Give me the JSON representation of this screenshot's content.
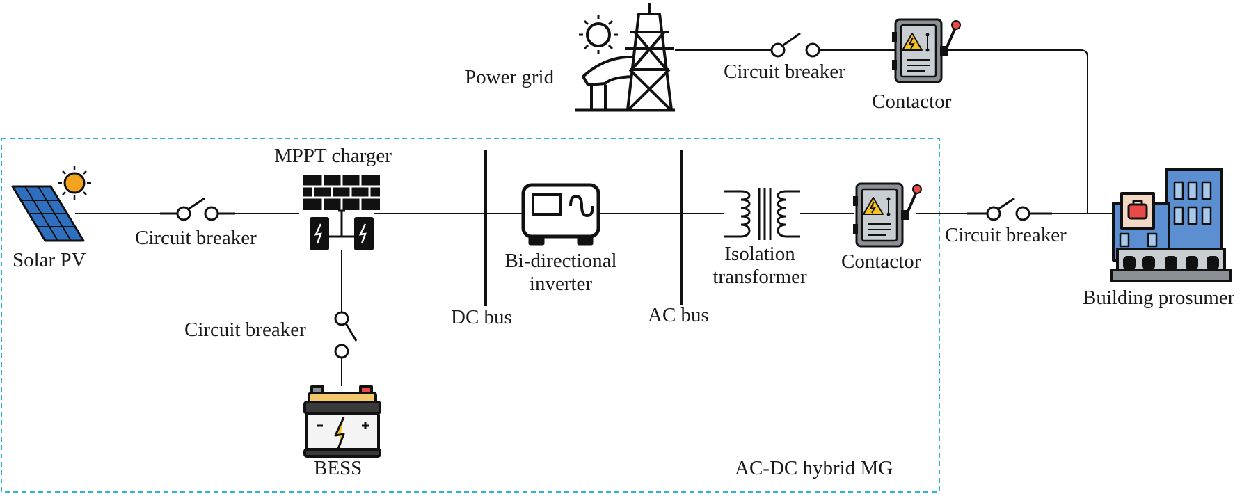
{
  "colors": {
    "wire": "#111111",
    "boundary": "#2fb5c9",
    "pv_blue": "#2f6fbf",
    "sun": "#f4a41c",
    "cabinet": "#8a9096",
    "warning": "#f6c21b",
    "battery_top": "#f2c86a",
    "building": "#5b8fd1"
  },
  "labels": {
    "power_grid": "Power grid",
    "cb_grid": "Circuit breaker",
    "contactor_grid": "Contactor",
    "mppt": "MPPT charger",
    "solar_pv": "Solar PV",
    "cb_pv": "Circuit breaker",
    "bidir_1": "Bi-directional",
    "bidir_2": "inverter",
    "iso_1": "Isolation",
    "iso_2": "transformer",
    "contactor_mg": "Contactor",
    "cb_building": "Circuit breaker",
    "building": "Building prosumer",
    "dc_bus": "DC bus",
    "ac_bus": "AC bus",
    "cb_bess": "Circuit breaker",
    "bess": "BESS",
    "microgrid": "AC-DC hybrid MG"
  },
  "icons": {
    "power_grid": "transmission-tower-icon",
    "solar_pv": "solar-panel-icon",
    "mppt": "charge-controller-icon",
    "inverter": "inverter-icon",
    "transformer": "transformer-symbol-icon",
    "contactor": "electrical-cabinet-icon",
    "battery": "battery-icon",
    "building": "office-building-icon",
    "breaker": "circuit-breaker-symbol-icon"
  }
}
